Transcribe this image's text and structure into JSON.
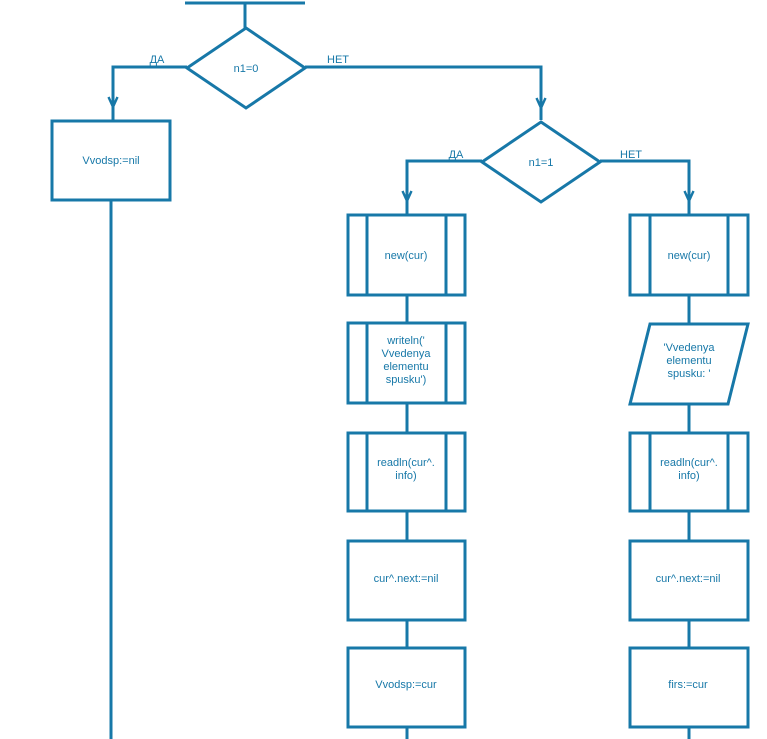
{
  "colors": {
    "accent": "#1778a8",
    "background": "#ffffff"
  },
  "flowchart": {
    "decision1": {
      "text": "n1=0",
      "yes": "ДА",
      "no": "НЕТ"
    },
    "decision2": {
      "text": "n1=1",
      "yes": "ДА",
      "no": "НЕТ"
    },
    "left_box": {
      "type": "process",
      "lines": [
        "Vvodsp:=nil"
      ]
    },
    "yes_column": [
      {
        "type": "predefined-process",
        "lines": [
          "new(cur)"
        ]
      },
      {
        "type": "predefined-process",
        "lines": [
          "writeln('",
          "Vvedenya",
          "elementu",
          "spusku')"
        ]
      },
      {
        "type": "predefined-process",
        "lines": [
          "readln(cur^.",
          "info)"
        ]
      },
      {
        "type": "process",
        "lines": [
          "cur^.next:=nil"
        ]
      },
      {
        "type": "process",
        "lines": [
          "Vvodsp:=cur"
        ]
      }
    ],
    "no_column": [
      {
        "type": "predefined-process",
        "lines": [
          "new(cur)"
        ]
      },
      {
        "type": "input-output",
        "lines": [
          "'Vvedenya",
          "elementu",
          "spusku: '"
        ]
      },
      {
        "type": "predefined-process",
        "lines": [
          "readln(cur^.",
          "info)"
        ]
      },
      {
        "type": "process",
        "lines": [
          "cur^.next:=nil"
        ]
      },
      {
        "type": "process",
        "lines": [
          "firs:=cur"
        ]
      }
    ]
  }
}
